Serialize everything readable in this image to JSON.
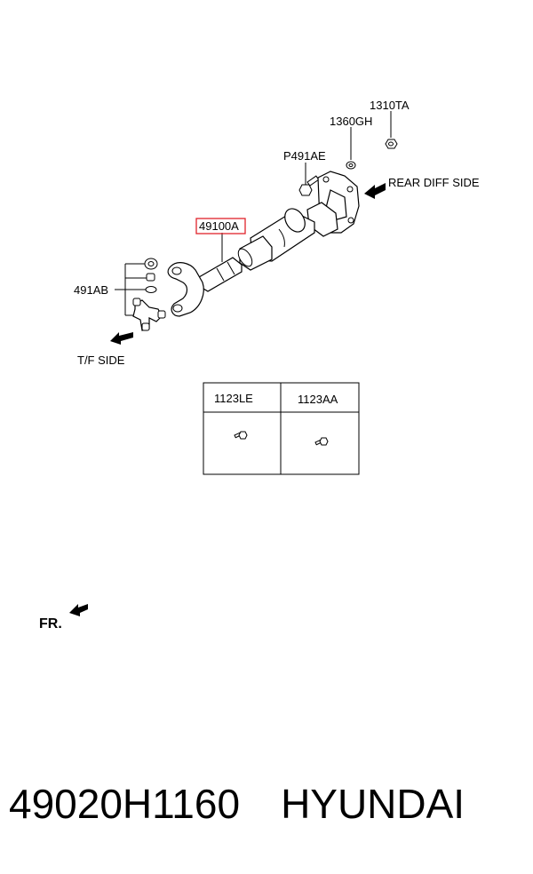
{
  "diagram": {
    "part_labels": {
      "p1310ta": "1310TA",
      "p1360gh": "1360GH",
      "p491ae": "P491AE",
      "p49100a": "49100A",
      "p491ab": "491AB"
    },
    "direction_labels": {
      "rear": "REAR DIFF SIDE",
      "tf": "T/F SIDE",
      "front": "FR."
    },
    "table": {
      "headers": [
        "1123LE",
        "1123AA"
      ]
    },
    "highlight_color": "#e0242b"
  },
  "caption": {
    "part_number": "49020H1160",
    "brand": "HYUNDAI"
  }
}
